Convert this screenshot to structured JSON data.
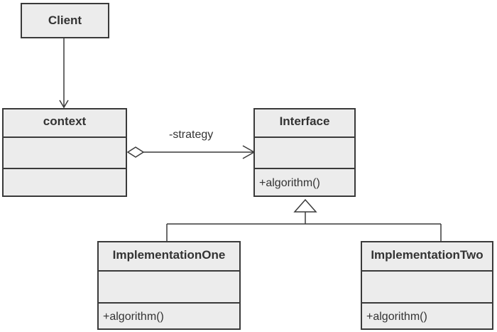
{
  "diagram": {
    "classes": {
      "client": {
        "name": "Client"
      },
      "context": {
        "name": "context",
        "attributes": "",
        "operations": ""
      },
      "interface": {
        "name": "Interface",
        "attributes": "",
        "operations": "+algorithm()"
      },
      "implementation_one": {
        "name": "ImplementationOne",
        "attributes": "",
        "operations": "+algorithm()"
      },
      "implementation_two": {
        "name": "ImplementationTwo",
        "attributes": "",
        "operations": "+algorithm()"
      }
    },
    "relations": {
      "client_to_context": {
        "type": "dependency",
        "from": "Client",
        "to": "context"
      },
      "context_to_interface": {
        "type": "aggregation",
        "from": "context",
        "to": "Interface",
        "label": "-strategy"
      },
      "implementations_to_interface": {
        "type": "generalization",
        "from": [
          "ImplementationOne",
          "ImplementationTwo"
        ],
        "to": "Interface"
      }
    },
    "colors": {
      "fill": "#ececec",
      "stroke": "#3a3a3a",
      "text": "#333333"
    }
  }
}
